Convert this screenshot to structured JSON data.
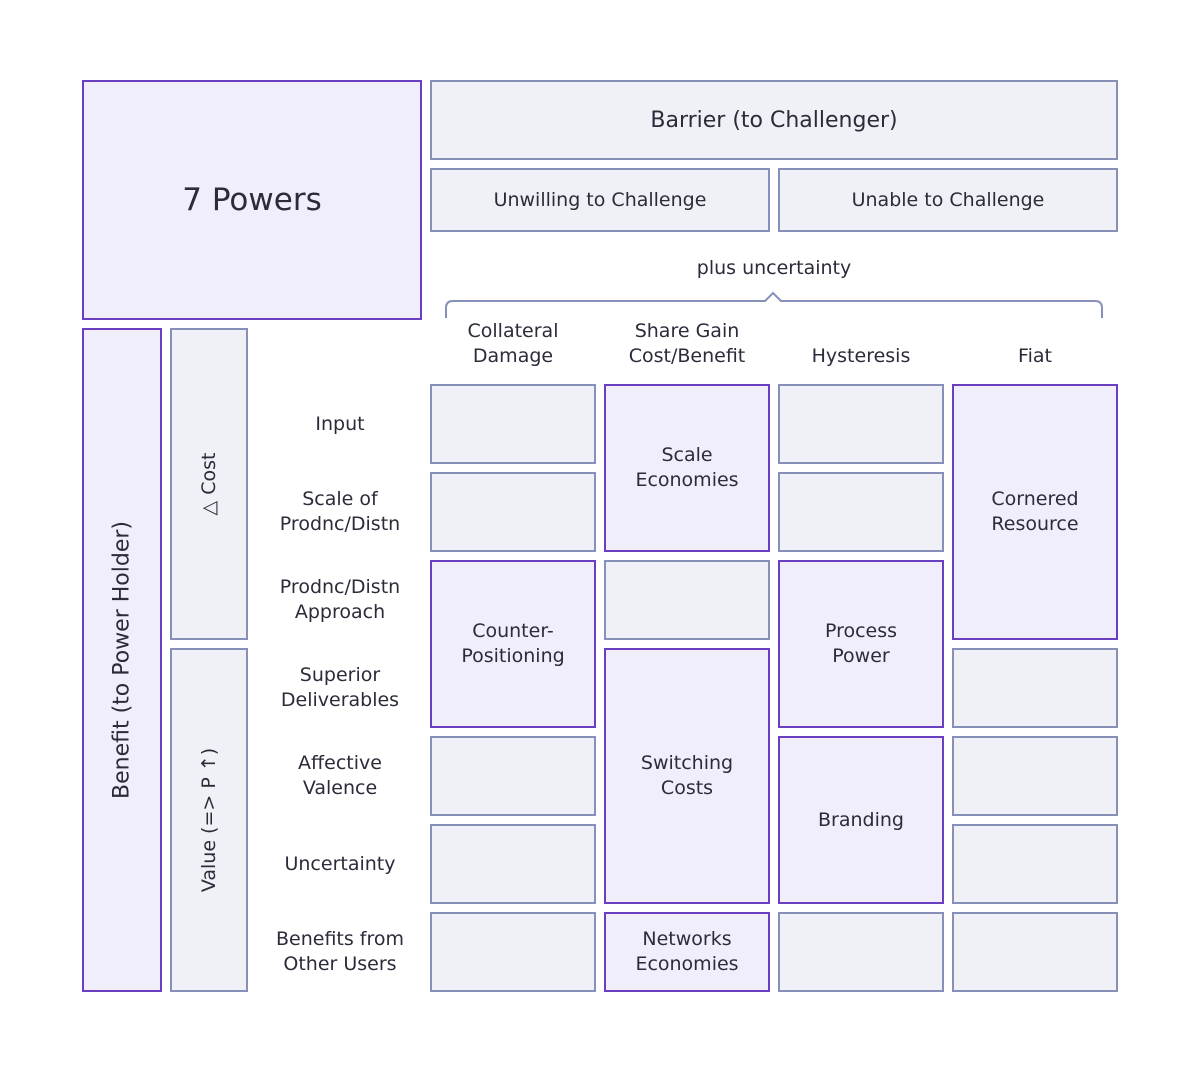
{
  "title": "7 Powers",
  "barrier": "Barrier (to Challenger)",
  "unwilling": "Unwilling to Challenge",
  "unable": "Unable to Challenge",
  "uncertainty": "plus uncertainty",
  "benefit": "Benefit (to Power Holder)",
  "cost": "△ Cost",
  "value": "Value (=> P ↑)",
  "columns": [
    "Collateral\nDamage",
    "Share Gain\nCost/Benefit",
    "Hysteresis",
    "Fiat"
  ],
  "rows": [
    "Input",
    "Scale of\nProdnc/Distn",
    "Prodnc/Distn\nApproach",
    "Superior\nDeliverables",
    "Affective\nValence",
    "Uncertainty",
    "Benefits from\nOther Users"
  ],
  "powers": {
    "scale": "Scale\nEconomies",
    "cornered": "Cornered\nResource",
    "counter": "Counter-\nPositioning",
    "process": "Process\nPower",
    "switching": "Switching\nCosts",
    "branding": "Branding",
    "networks": "Networks\nEconomies"
  },
  "colors": {
    "purple_border": "#6a3fc2",
    "purple_fill": "#f0eefd",
    "gray_border": "#8790b8",
    "gray_fill": "#eff1f6"
  }
}
